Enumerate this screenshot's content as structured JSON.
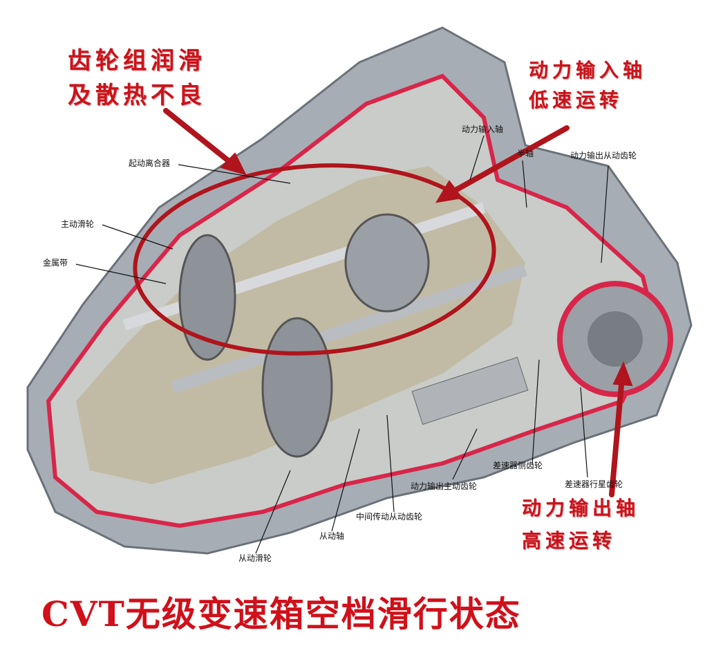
{
  "annotations": {
    "gear_lubrication_line1": "齿轮组润滑",
    "gear_lubrication_line2": "及散热不良",
    "input_shaft_line1": "动力输入轴",
    "input_shaft_line2": "低速运转",
    "output_shaft_line1": "动力输出轴",
    "output_shaft_line2": "高速运转"
  },
  "labels": {
    "starting_clutch": "起动离合器",
    "drive_pulley": "主动滑轮",
    "metal_belt": "金属带",
    "input_shaft": "动力输入轴",
    "half_shaft": "半轴",
    "output_driven_gear": "动力输出从动齿轮",
    "diff_side_gear": "差速器侧齿轮",
    "output_drive_gear": "动力输出主动齿轮",
    "diff_planet_gear": "差速器行星齿轮",
    "intermediate_driven_gear": "中间传动从动齿轮",
    "driven_shaft": "从动轴",
    "driven_pulley": "从动滑轮"
  },
  "title": "CVT无级变速箱空档滑行状态",
  "colors": {
    "accent_red": "#c8141c",
    "casing": "#9ea4ab",
    "cut": "#d8264a"
  }
}
